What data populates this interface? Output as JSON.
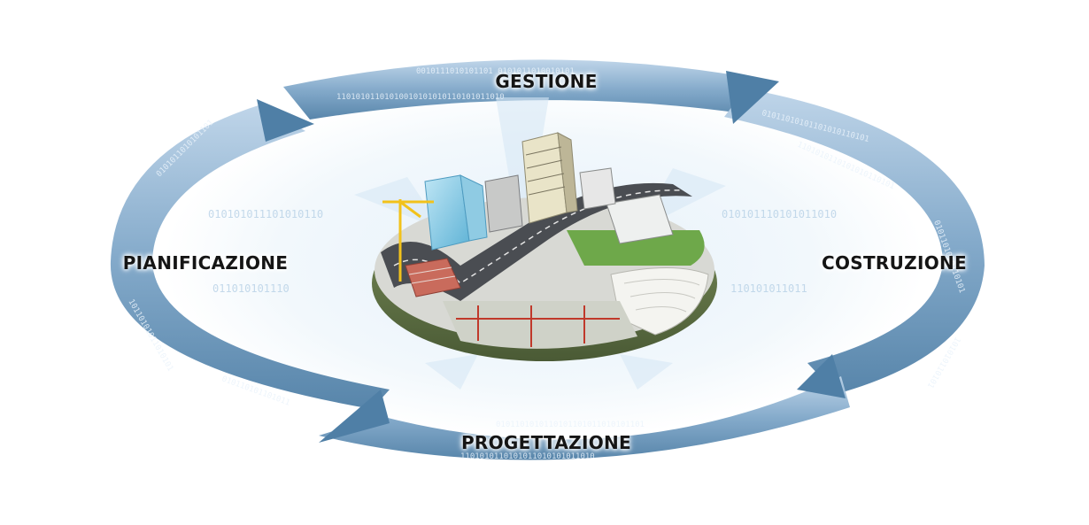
{
  "cycle": {
    "top_label": "GESTIONE",
    "right_label": "COSTRUZIONE",
    "bottom_label": "PROGETTAZIONE",
    "left_label": "PIANIFICAZIONE"
  },
  "colors": {
    "ring_dark": "#4f7fa6",
    "ring_light": "#c9dced",
    "binary_text": "#eaf3fb",
    "ground_green": "#6ea84a",
    "road_dark": "#4a4d52",
    "crane_yellow": "#f2c21b"
  },
  "icons": {
    "center": "city-island-illustration",
    "arrows": "cycle-arrow"
  }
}
